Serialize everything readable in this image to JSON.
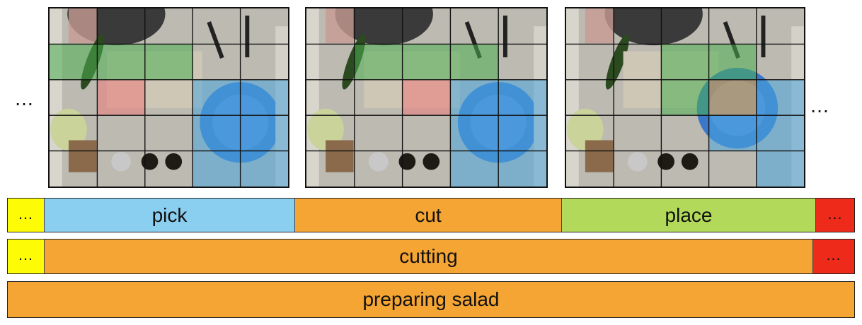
{
  "colors": {
    "green": "#4caf50",
    "red": "#ec7a7a",
    "blue": "#4aa6de",
    "orange": "#f5a533",
    "light_blue": "#8bcff0",
    "lime": "#b2d95a",
    "yellow": "#fdfb06",
    "bright_red": "#ee2a1b"
  },
  "side_dots": {
    "left": "…",
    "right": "…"
  },
  "frames": [
    {
      "overlays": [
        {
          "color": "green",
          "cells": [
            [
              1,
              0
            ],
            [
              1,
              1
            ],
            [
              1,
              2
            ]
          ]
        },
        {
          "color": "red",
          "cells": [
            [
              2,
              1
            ]
          ]
        },
        {
          "color": "blue",
          "cells": [
            [
              2,
              3
            ],
            [
              2,
              4
            ],
            [
              3,
              3
            ],
            [
              3,
              4
            ],
            [
              4,
              3
            ],
            [
              4,
              4
            ]
          ]
        }
      ]
    },
    {
      "overlays": [
        {
          "color": "green",
          "cells": [
            [
              1,
              1
            ],
            [
              1,
              2
            ],
            [
              1,
              3
            ]
          ]
        },
        {
          "color": "red",
          "cells": [
            [
              2,
              2
            ]
          ]
        },
        {
          "color": "blue",
          "cells": [
            [
              2,
              3
            ],
            [
              2,
              4
            ],
            [
              3,
              3
            ],
            [
              3,
              4
            ],
            [
              4,
              3
            ],
            [
              4,
              4
            ]
          ]
        }
      ]
    },
    {
      "overlays": [
        {
          "color": "green",
          "cells": [
            [
              1,
              2
            ],
            [
              1,
              3
            ],
            [
              2,
              2
            ]
          ]
        },
        {
          "color": "orange",
          "cells": [
            [
              2,
              3
            ]
          ]
        },
        {
          "color": "blue",
          "cells": [
            [
              2,
              4
            ],
            [
              3,
              3
            ],
            [
              3,
              4
            ],
            [
              4,
              4
            ]
          ]
        }
      ]
    }
  ],
  "levels": [
    {
      "segments": [
        {
          "label": "…",
          "color": "yellow"
        },
        {
          "label": "pick",
          "color": "light_blue"
        },
        {
          "label": "cut",
          "color": "orange"
        },
        {
          "label": "place",
          "color": "lime"
        },
        {
          "label": "…",
          "color": "bright_red"
        }
      ]
    },
    {
      "segments": [
        {
          "label": "…",
          "color": "yellow"
        },
        {
          "label": "cutting",
          "color": "orange"
        },
        {
          "label": "…",
          "color": "bright_red"
        }
      ]
    },
    {
      "segments": [
        {
          "label": "preparing salad",
          "color": "orange"
        }
      ]
    }
  ]
}
